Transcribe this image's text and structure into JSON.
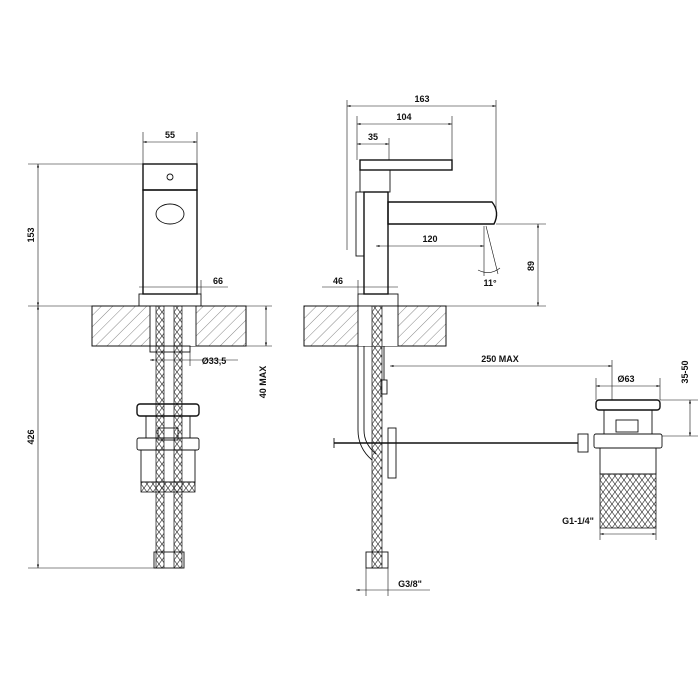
{
  "dimensions": {
    "front_width": "55",
    "front_height": "153",
    "front_base": "66",
    "front_bore": "Ø33,5",
    "front_deck": "40  MAX",
    "front_total": "426",
    "side_overall": "163",
    "side_lever": "104",
    "side_body": "35",
    "side_reach": "120",
    "side_spout_height": "89",
    "side_angle": "11°",
    "side_base": "46",
    "side_rod": "250  MAX",
    "waste_diameter": "Ø63",
    "waste_adjust": "35-50",
    "waste_thread": "G1-1/4\"",
    "supply_thread": "G3/8\""
  }
}
